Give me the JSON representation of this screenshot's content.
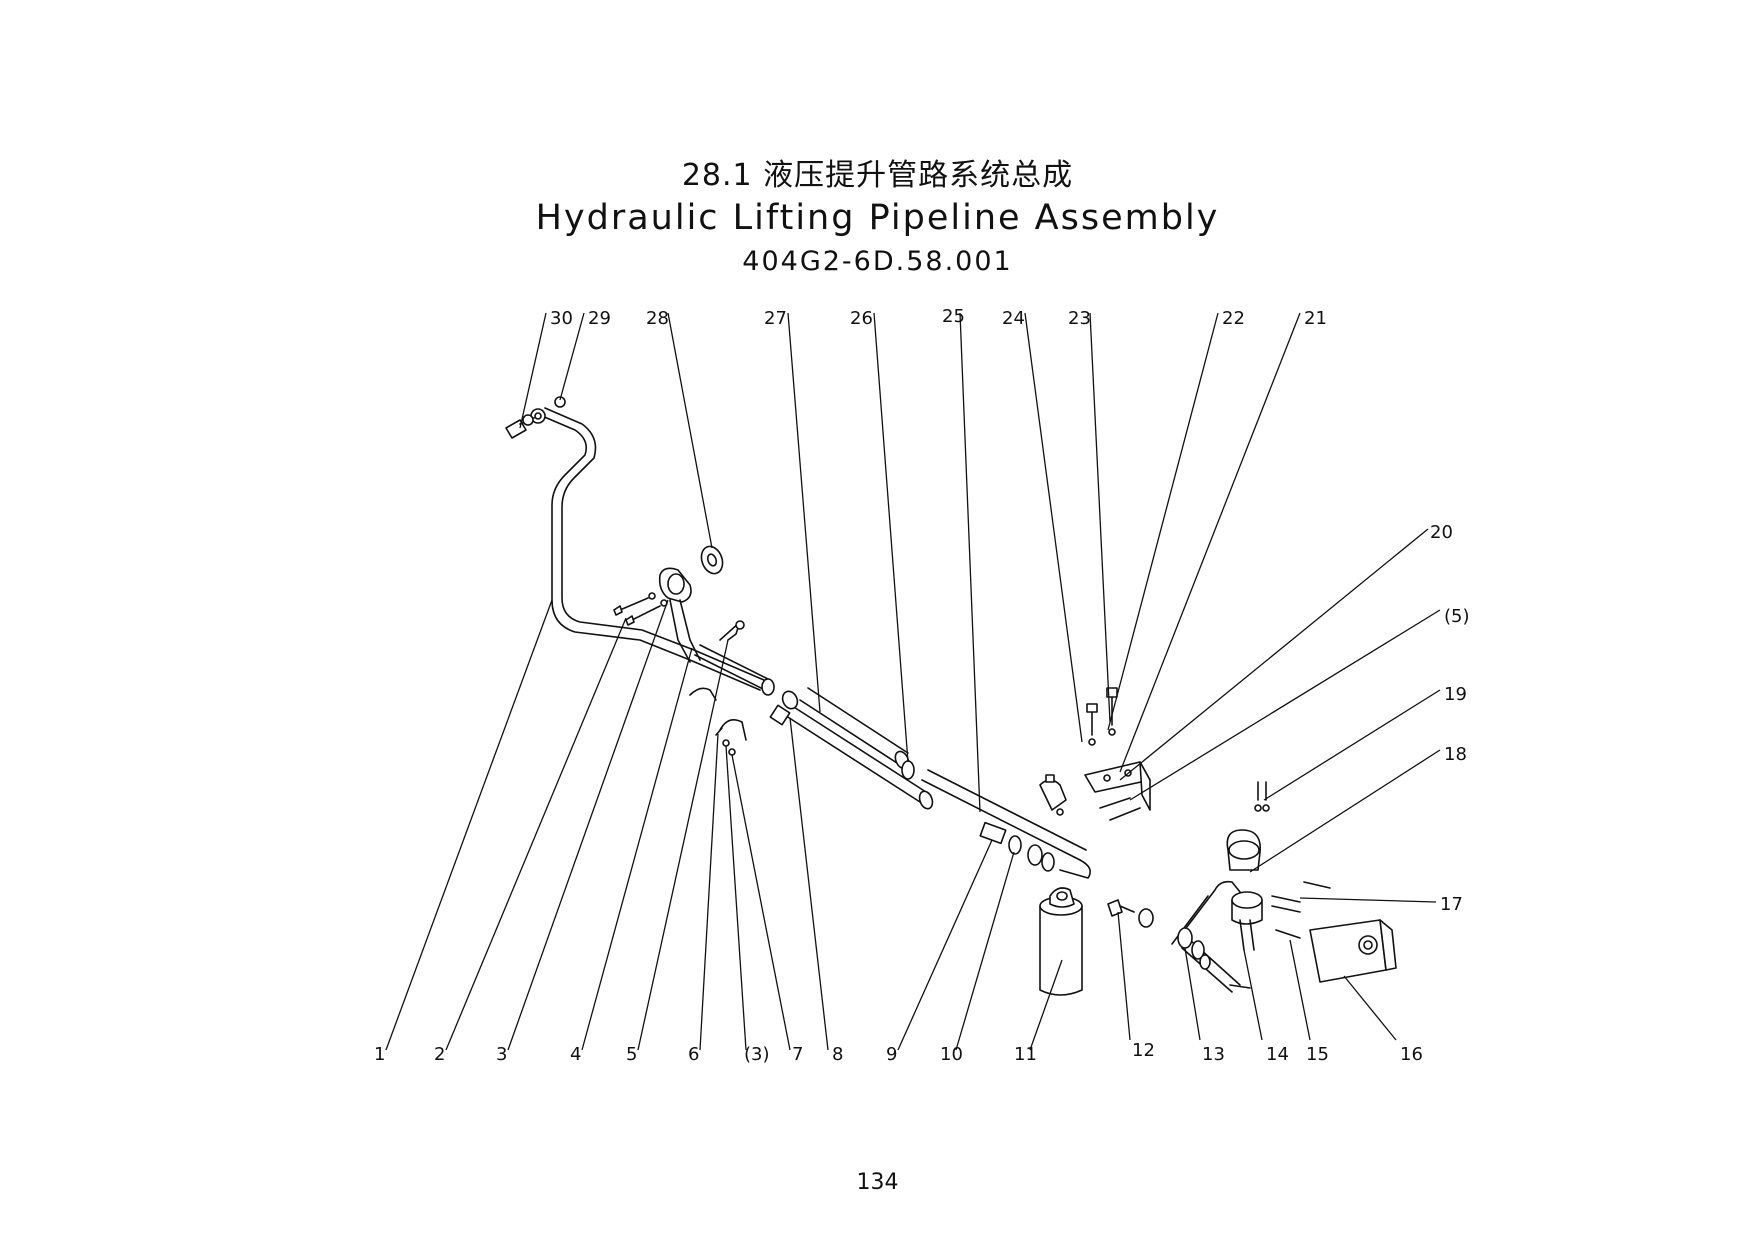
{
  "title": {
    "cn": "28.1 液压提升管路系统总成",
    "en": "Hydraulic Lifting Pipeline Assembly",
    "code": "404G2-6D.58.001"
  },
  "page_number": "134",
  "callouts": {
    "top": [
      "30",
      "29",
      "28",
      "27",
      "26",
      "25",
      "24",
      "23",
      "22",
      "21"
    ],
    "right": [
      "20",
      "(5)",
      "19",
      "18",
      "17"
    ],
    "bottom": [
      "1",
      "2",
      "3",
      "4",
      "5",
      "6",
      "(3)",
      "7",
      "8",
      "9",
      "10",
      "11",
      "12",
      "13",
      "14",
      "15",
      "16"
    ]
  }
}
